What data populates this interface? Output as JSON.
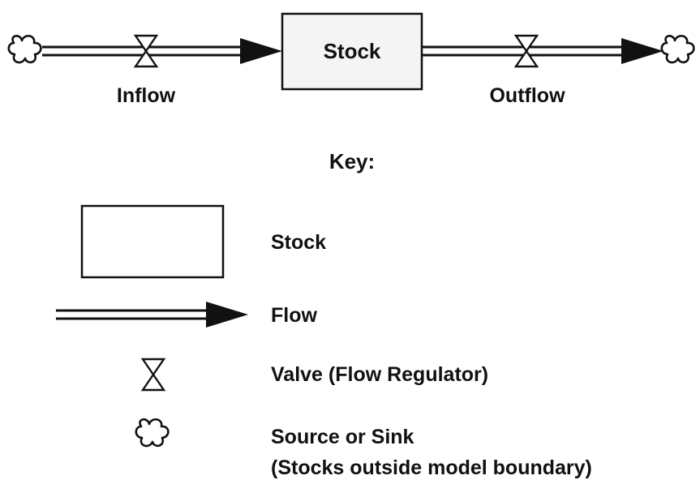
{
  "diagram": {
    "stock_label": "Stock",
    "inflow_label": "Inflow",
    "outflow_label": "Outflow"
  },
  "key": {
    "title": "Key:",
    "stock": "Stock",
    "flow": "Flow",
    "valve": "Valve (Flow Regulator)",
    "source_sink_line1": "Source or Sink",
    "source_sink_line2": "(Stocks outside model boundary)"
  },
  "colors": {
    "ink": "#111111",
    "stock_fill": "#f4f4f4",
    "background": "#ffffff"
  }
}
